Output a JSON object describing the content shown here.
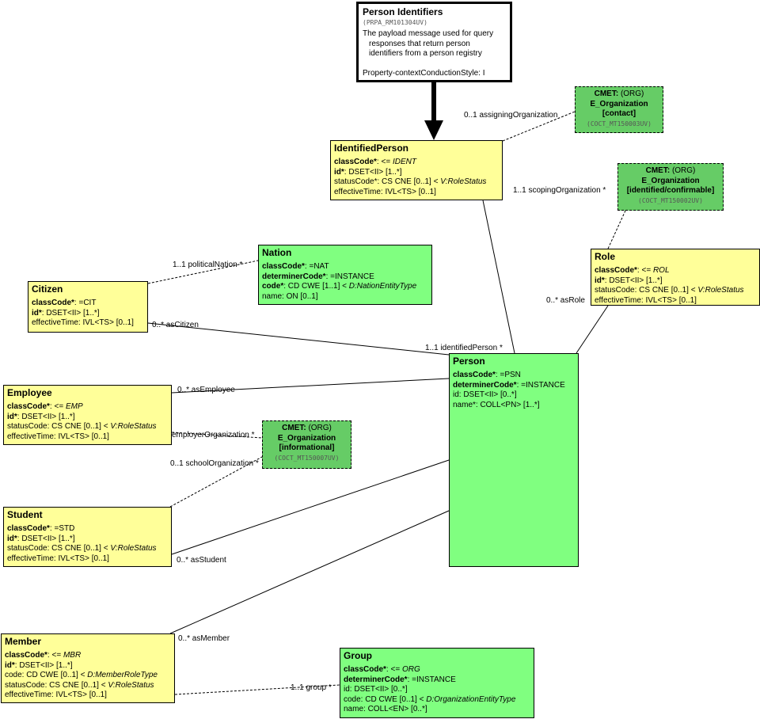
{
  "entry": {
    "title": "Person Identifiers",
    "code": "(PRPA_RM101304UV)",
    "desc": [
      "The payload message used for query",
      "responses that return person",
      "identifiers from a person registry"
    ],
    "style": "Property-contextConductionStyle: I"
  },
  "cmets": {
    "assigning": {
      "kind": "CMET:",
      "org": " (ORG)",
      "name": "E_Organization",
      "qualifier": "[contact]",
      "code": "(COCT_MT150003UV)"
    },
    "scoping": {
      "kind": "CMET:",
      "org": " (ORG)",
      "name": "E_Organization",
      "qualifier": "[identified/confirmable]",
      "code": "(COCT_MT150002UV)"
    },
    "informational": {
      "kind": "CMET:",
      "org": " (ORG)",
      "name": "E_Organization",
      "qualifier": "[informational]",
      "code": "(COCT_MT150007UV)"
    }
  },
  "classes": {
    "identified_person": {
      "title": "IdentifiedPerson",
      "rows": [
        {
          "name": "classCode*",
          "rest": ": <= ",
          "italic": "IDENT"
        },
        {
          "name": "id*",
          "rest": ": DSET<II> [1..*]"
        },
        {
          "plain": "statusCode*: CS CNE [0..1] < ",
          "italic": "V:RoleStatus"
        },
        {
          "plain": "effectiveTime: IVL<TS> [0..1]"
        }
      ]
    },
    "nation": {
      "title": "Nation",
      "rows": [
        {
          "name": "classCode*",
          "rest": ": =NAT"
        },
        {
          "name": "determinerCode*",
          "rest": ": =INSTANCE"
        },
        {
          "name": "code*",
          "rest": ": CD CWE [1..1] < ",
          "italic": "D:NationEntityType"
        },
        {
          "plain": "name: ON [0..1]"
        }
      ]
    },
    "citizen": {
      "title": "Citizen",
      "rows": [
        {
          "name": "classCode*",
          "rest": ": =CIT"
        },
        {
          "name": "id*",
          "rest": ": DSET<II> [1..*]"
        },
        {
          "plain": "effectiveTime: IVL<TS> [0..1]"
        }
      ]
    },
    "role": {
      "title": "Role",
      "rows": [
        {
          "name": "classCode*",
          "rest": ": <= ",
          "italic": "ROL"
        },
        {
          "name": "id*",
          "rest": ": DSET<II> [1..*]"
        },
        {
          "plain": "statusCode: CS CNE [0..1] < ",
          "italic": "V:RoleStatus"
        },
        {
          "plain": "effectiveTime: IVL<TS> [0..1]"
        }
      ]
    },
    "person": {
      "title": "Person",
      "rows": [
        {
          "name": "classCode*",
          "rest": ": =PSN"
        },
        {
          "name": "determinerCode*",
          "rest": ": =INSTANCE"
        },
        {
          "plain": "id: DSET<II> [0..*]"
        },
        {
          "plain": "name*: COLL<PN> [1..*]"
        }
      ]
    },
    "employee": {
      "title": "Employee",
      "rows": [
        {
          "name": "classCode*",
          "rest": ": <= ",
          "italic": "EMP"
        },
        {
          "name": "id*",
          "rest": ": DSET<II> [1..*]"
        },
        {
          "plain": "statusCode: CS CNE [0..1] < ",
          "italic": "V:RoleStatus"
        },
        {
          "plain": "effectiveTime: IVL<TS> [0..1]"
        }
      ]
    },
    "student": {
      "title": "Student",
      "rows": [
        {
          "name": "classCode*",
          "rest": ": =STD"
        },
        {
          "name": "id*",
          "rest": ": DSET<II> [1..*]"
        },
        {
          "plain": "statusCode: CS CNE [0..1] < ",
          "italic": "V:RoleStatus"
        },
        {
          "plain": "effectiveTime: IVL<TS> [0..1]"
        }
      ]
    },
    "member": {
      "title": "Member",
      "rows": [
        {
          "name": "classCode*",
          "rest": ": <= ",
          "italic": "MBR"
        },
        {
          "name": "id*",
          "rest": ": DSET<II> [1..*]"
        },
        {
          "plain": "code: CD CWE [0..1] < ",
          "italic": "D:MemberRoleType"
        },
        {
          "plain": "statusCode: CS CNE [0..1] < ",
          "italic": "V:RoleStatus"
        },
        {
          "plain": "effectiveTime: IVL<TS> [0..1]"
        }
      ]
    },
    "group": {
      "title": "Group",
      "rows": [
        {
          "name": "classCode*",
          "rest": ": <= ",
          "italic": "ORG"
        },
        {
          "name": "determinerCode*",
          "rest": ": =INSTANCE"
        },
        {
          "plain": "id: DSET<II> [0..*]"
        },
        {
          "plain": "code: CD CWE [0..1] < ",
          "italic": "D:OrganizationEntityType"
        },
        {
          "plain": "name: COLL<EN> [0..*]"
        }
      ]
    }
  },
  "labels": {
    "assigning_org": "0..1 assigningOrganization",
    "scoping_org": "1..1 scopingOrganization  *",
    "political_nation": "1..1 politicalNation  *",
    "as_citizen": "0..* asCitizen",
    "identified_person": "1..1 identifiedPerson  *",
    "as_role": "0..* asRole",
    "as_employee": "0..* asEmployee",
    "employer_org": "employerOrganization  *",
    "school_org": "0..1 schoolOrganization  *",
    "as_student": "0..* asStudent",
    "as_member": "0..* asMember",
    "group": "1..1 group  *"
  }
}
